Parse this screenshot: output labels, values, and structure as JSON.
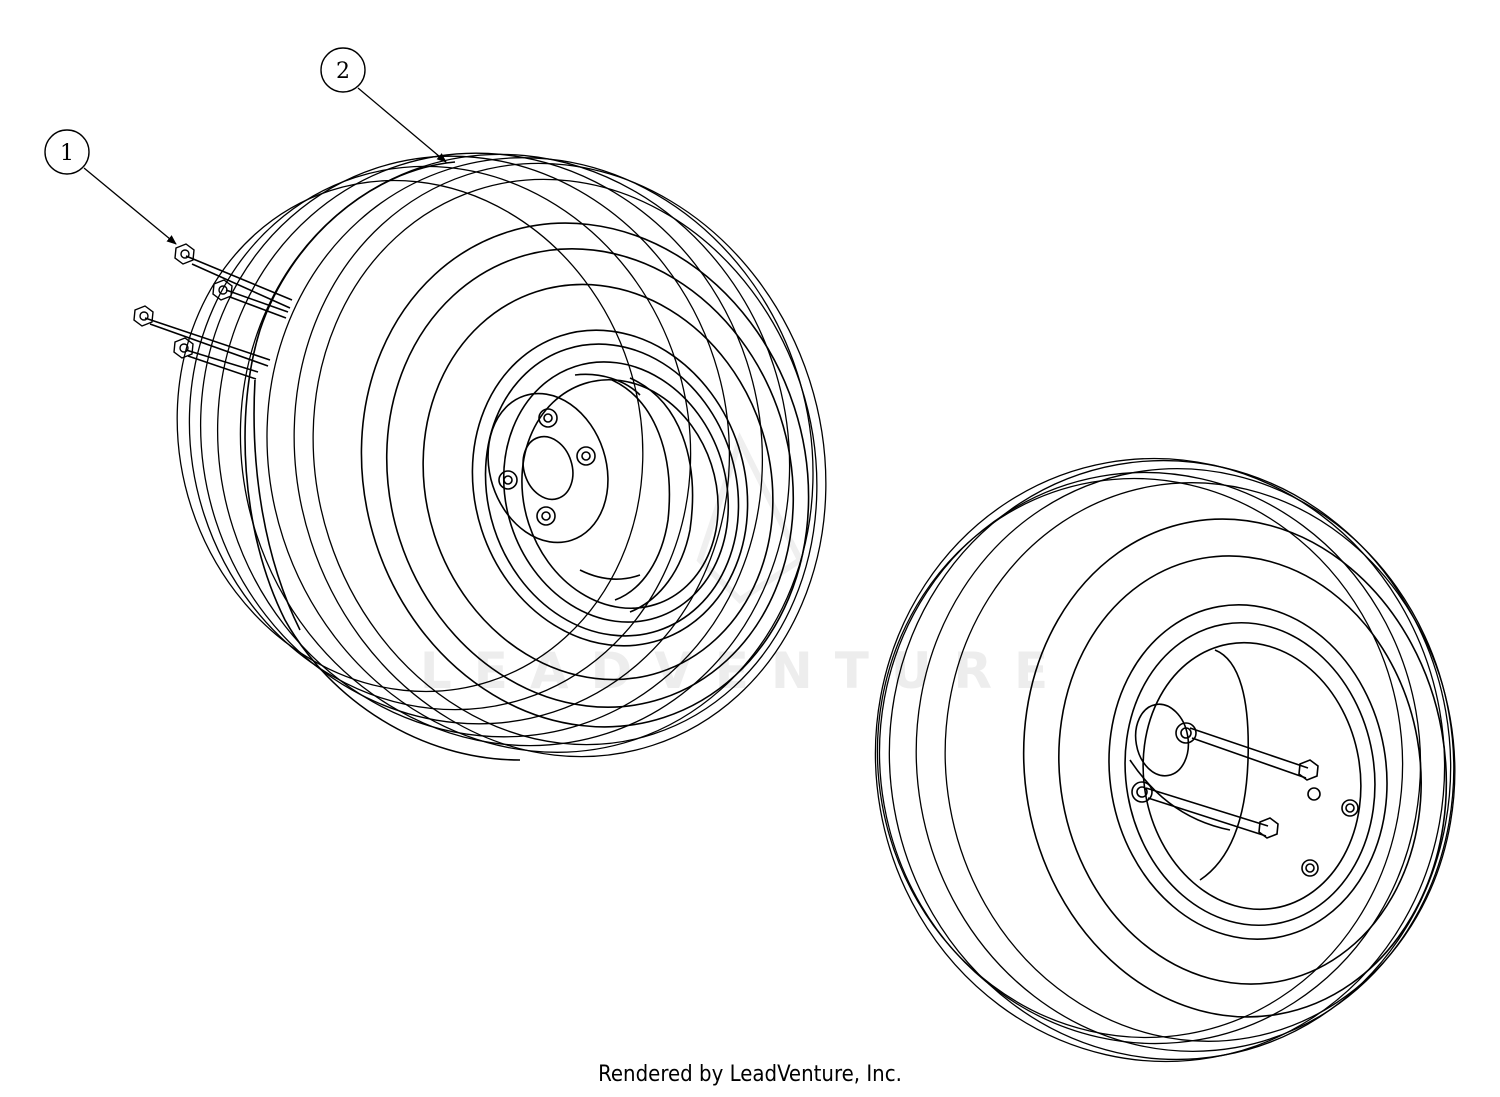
{
  "callouts": [
    {
      "number": "1",
      "part": "nut"
    },
    {
      "number": "2",
      "part": "wheel-assembly"
    }
  ],
  "watermark": {
    "text": "LEADVENTURE"
  },
  "footer": {
    "text": "Rendered by LeadVenture, Inc."
  }
}
